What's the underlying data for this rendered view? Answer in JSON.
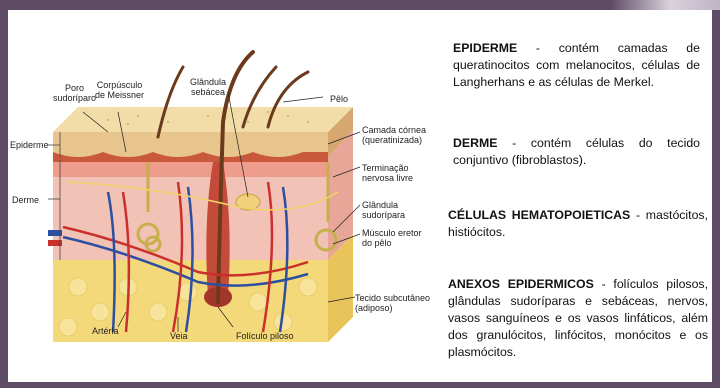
{
  "diagram": {
    "labels": {
      "poro": "Poro\nsudoríparo",
      "corpusculo": "Corpúsculo\nde Meissner",
      "glandula_sebacea": "Glândula\nsebácea",
      "pelo": "Pêlo",
      "epiderme": "Epiderme",
      "camada_cornea": "Camada córnea\n(queratinizada)",
      "terminacao": "Terminação\nnervosa livre",
      "derme": "Derme",
      "glandula_sudoripara": "Glândula\nsudorípara",
      "musculo": "Músculo eretor\ndo pêlo",
      "tecido": "Tecido subcutâneo\n(adiposo)",
      "arteria": "Artéria",
      "veia": "Veia",
      "foliculo": "Folículo piloso"
    }
  },
  "texts": {
    "epiderme_title": "EPIDERME",
    "epiderme_body": " - contém camadas de queratinocitos com melanocitos, células de Langherhans e as células de Merkel.",
    "derme_title": "DERME",
    "derme_body": " - contém células do tecido conjuntivo (fibroblastos).",
    "celulas_title": "CÉLULAS HEMATOPOIETICAS",
    "celulas_body": " - mastócitos, histiócitos.",
    "anexos_title": "ANEXOS EPIDERMICOS",
    "anexos_body": " - folículos pilosos, glândulas sudoríparas e sebáceas, nervos, vasos sanguíneos e os vasos linfáticos, além dos granulócitos, linfócitos, monócitos e os plasmócitos."
  }
}
